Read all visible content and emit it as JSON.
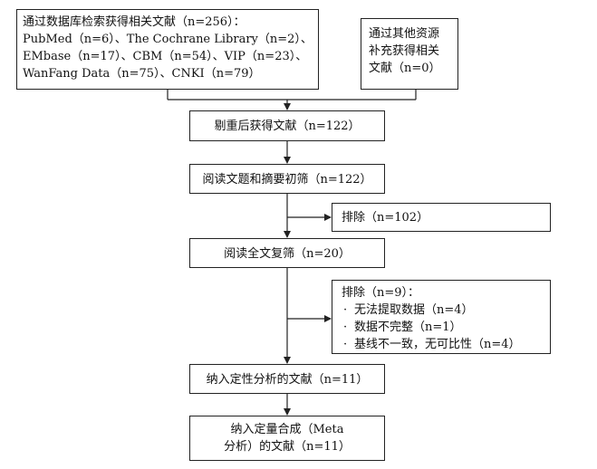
{
  "flow": {
    "db_search": {
      "lines": [
        "通过数据库检索获得相关文献（n=256）：",
        "PubMed（n=6）、The Cochrane Library（n=2）、",
        "EMbase（n=17）、CBM（n=54）、VIP（n=23）、",
        "WanFang Data（n=75）、CNKI（n=79）"
      ]
    },
    "other_sources": {
      "lines": [
        "通过其他资源",
        "补充获得相关",
        "文献（n=0）"
      ]
    },
    "dedup": "剔重后获得文献（n=122）",
    "title_abstract": "阅读文题和摘要初筛（n=122）",
    "exclude1": "排除（n=102）",
    "fulltext": "阅读全文复筛（n=20）",
    "exclude2": {
      "title": "排除（n=9）：",
      "items": [
        "无法提取数据（n=4）",
        "数据不完整（n=1）",
        "基线不一致，无可比性（n=4）"
      ]
    },
    "qualitative": "纳入定性分析的文献（n=11）",
    "quantitative": {
      "lines": [
        "纳入定量合成（Meta",
        "分析）的文献（n=11）"
      ]
    }
  }
}
